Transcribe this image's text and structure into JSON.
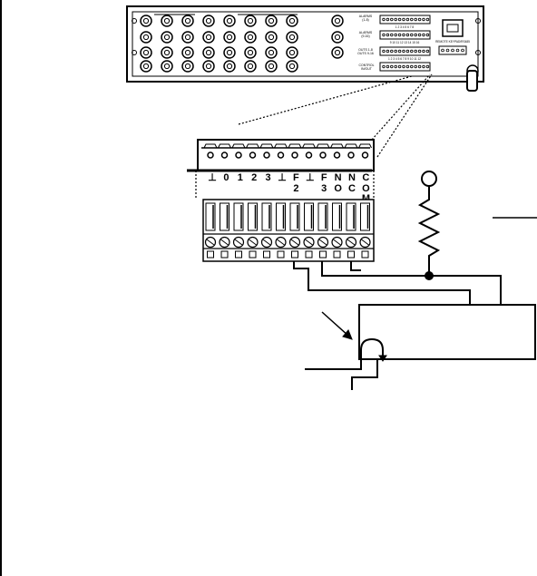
{
  "panel": {
    "alarms_top_label": "ALARMS\n(1-8)",
    "alarms_bot_label": "ALARMS\n(9-16)",
    "outs_label": "OUTS 1-8\nOUTS 9-16",
    "control_label": "CONTROL\nIN/OUT",
    "remote_label": "REMOTE KEYPAD/RS485",
    "alarms_top_numbers": "1 2 3 4 5 6 7 8",
    "alarms_bot_numbers": "9 10 11 12 13 14 15 16",
    "outs_numbers": "1 2 3 4 5 6 7 8 9 10 11 12"
  },
  "connector": {
    "terminal_labels": [
      {
        "top": "⊥",
        "bot": ""
      },
      {
        "top": "0",
        "bot": ""
      },
      {
        "top": "1",
        "bot": ""
      },
      {
        "top": "2",
        "bot": ""
      },
      {
        "top": "3",
        "bot": ""
      },
      {
        "top": "⊥",
        "bot": ""
      },
      {
        "top": "F",
        "bot": "2"
      },
      {
        "top": "⊥",
        "bot": ""
      },
      {
        "top": "F",
        "bot": "3"
      },
      {
        "top": "N",
        "bot": "O"
      },
      {
        "top": "N",
        "bot": "C"
      },
      {
        "top": "C",
        "bot": "O",
        "extra": "M"
      }
    ]
  },
  "colors": {
    "ink": "#000000",
    "paper": "#ffffff"
  }
}
